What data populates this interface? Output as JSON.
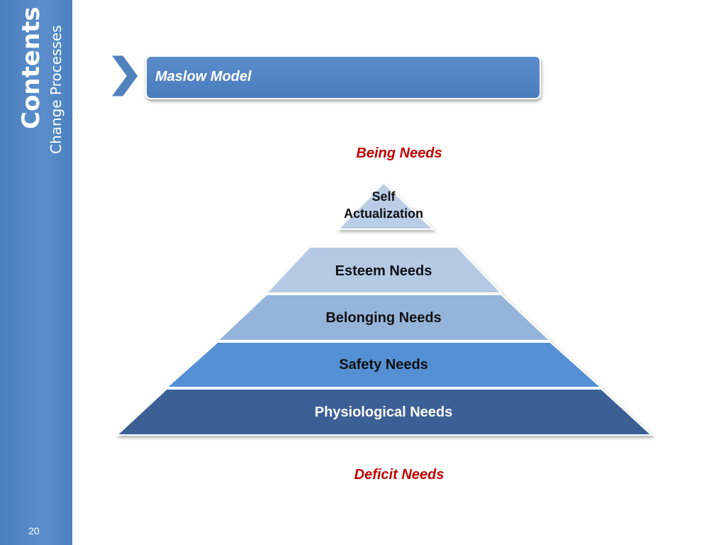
{
  "sidebar": {
    "title": "Contents",
    "subtitle": "Change Processes",
    "page_number": "20"
  },
  "header": {
    "title": "Maslow Model"
  },
  "diagram": {
    "top_label": "Being Needs",
    "bottom_label": "Deficit Needs",
    "tiers": [
      {
        "label_lines": [
          "Self",
          "Actualization"
        ],
        "color": "#b9cde6"
      },
      {
        "label_lines": [
          "Esteem Needs"
        ],
        "color": "#b4c9e4"
      },
      {
        "label_lines": [
          "Belonging Needs"
        ],
        "color": "#94b4da"
      },
      {
        "label_lines": [
          "Safety Needs"
        ],
        "color": "#5590d4"
      },
      {
        "label_lines": [
          "Physiological Needs"
        ],
        "color": "#3a6195"
      }
    ]
  },
  "colors": {
    "sidebar": "#4a7fbd",
    "title_bar": "#4f81bd",
    "accent_red": "#c00000"
  }
}
